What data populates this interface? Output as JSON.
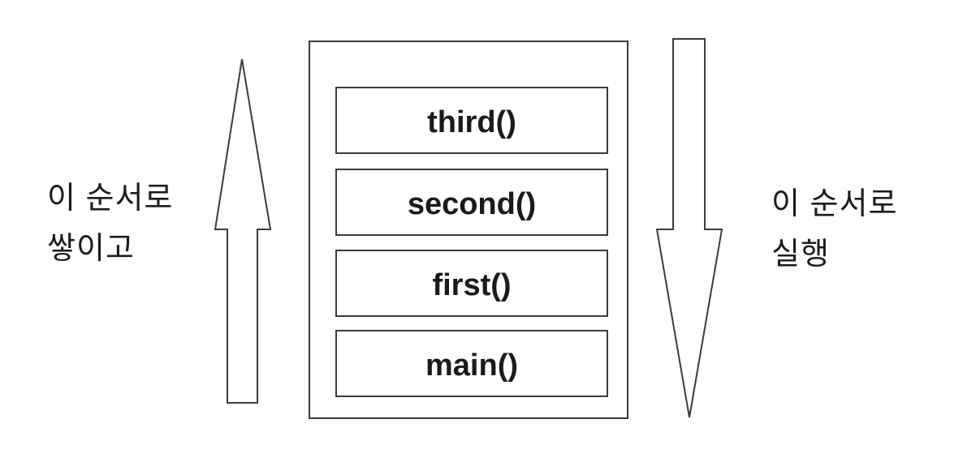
{
  "diagram": {
    "stack_box": {
      "frames": [
        {
          "label": "third()"
        },
        {
          "label": "second()"
        },
        {
          "label": "first()"
        },
        {
          "label": "main()"
        }
      ]
    },
    "left_annotation": {
      "line1": "이 순서로",
      "line2": "쌓이고"
    },
    "right_annotation": {
      "line1": "이 순서로",
      "line2": "실행"
    },
    "colors": {
      "stroke": "#3b3b3b",
      "text": "#1a1a1a",
      "background": "#ffffff"
    }
  }
}
